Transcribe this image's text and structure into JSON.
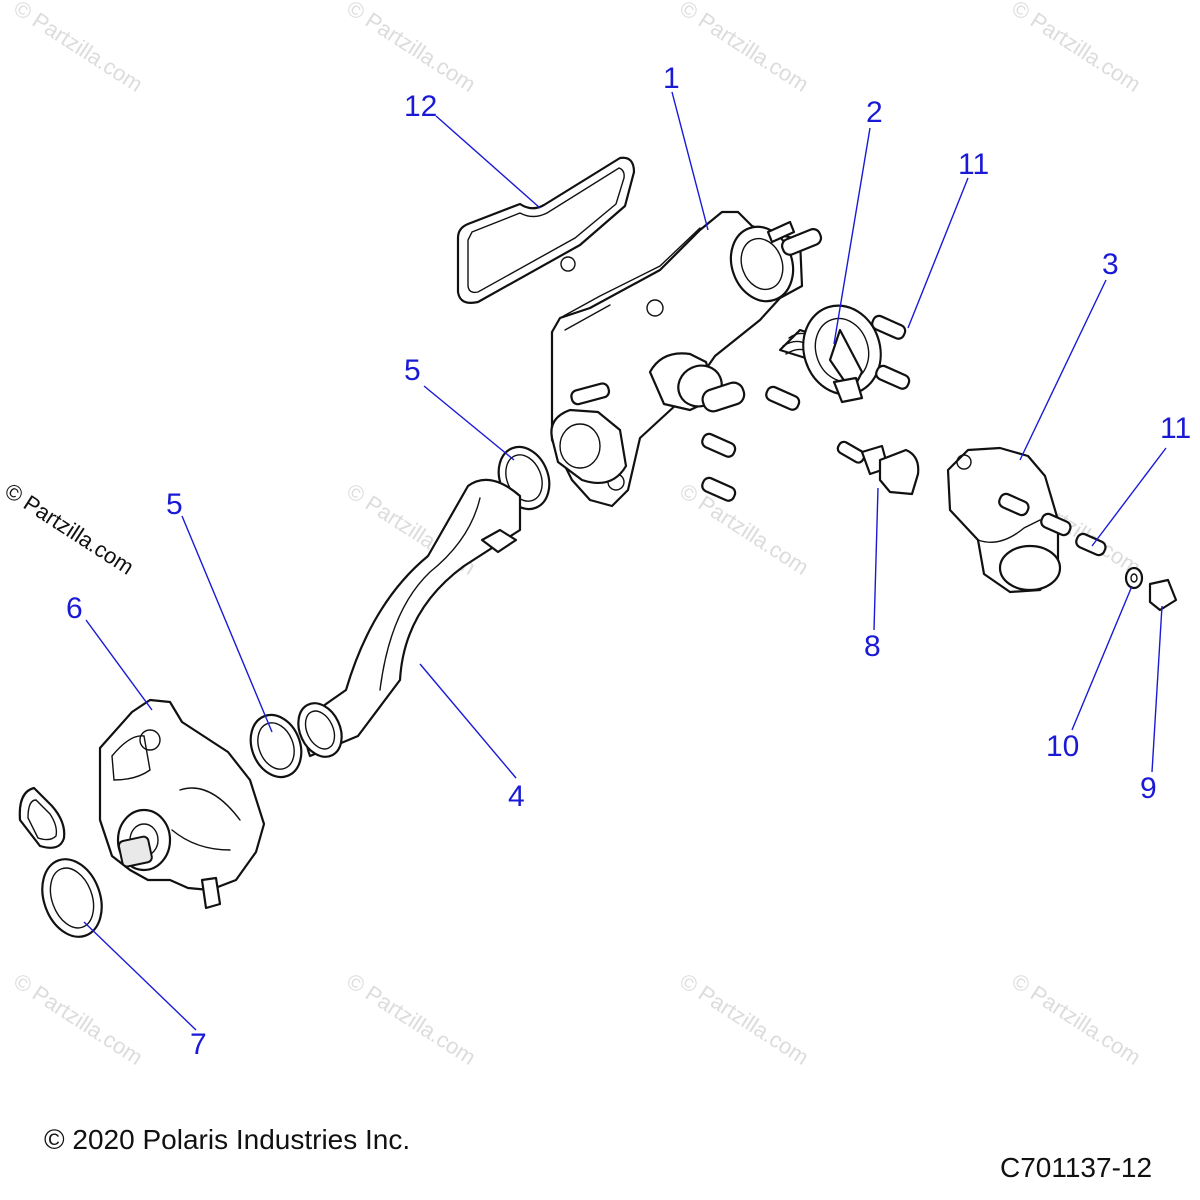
{
  "watermark_text": "© Partzilla.com",
  "side_watermark": "© Partzilla.com",
  "copyright": "© 2020 Polaris Industries Inc.",
  "figure_code": "C701137-12",
  "callout_color": "#1a1ad6",
  "leader_color": "#1a1ad6",
  "callouts": {
    "c1": "1",
    "c2": "2",
    "c3": "3",
    "c4": "4",
    "c5a": "5",
    "c5b": "5",
    "c6": "6",
    "c7": "7",
    "c8": "8",
    "c9": "9",
    "c10": "10",
    "c11a": "11",
    "c11b": "11",
    "c12": "12"
  }
}
